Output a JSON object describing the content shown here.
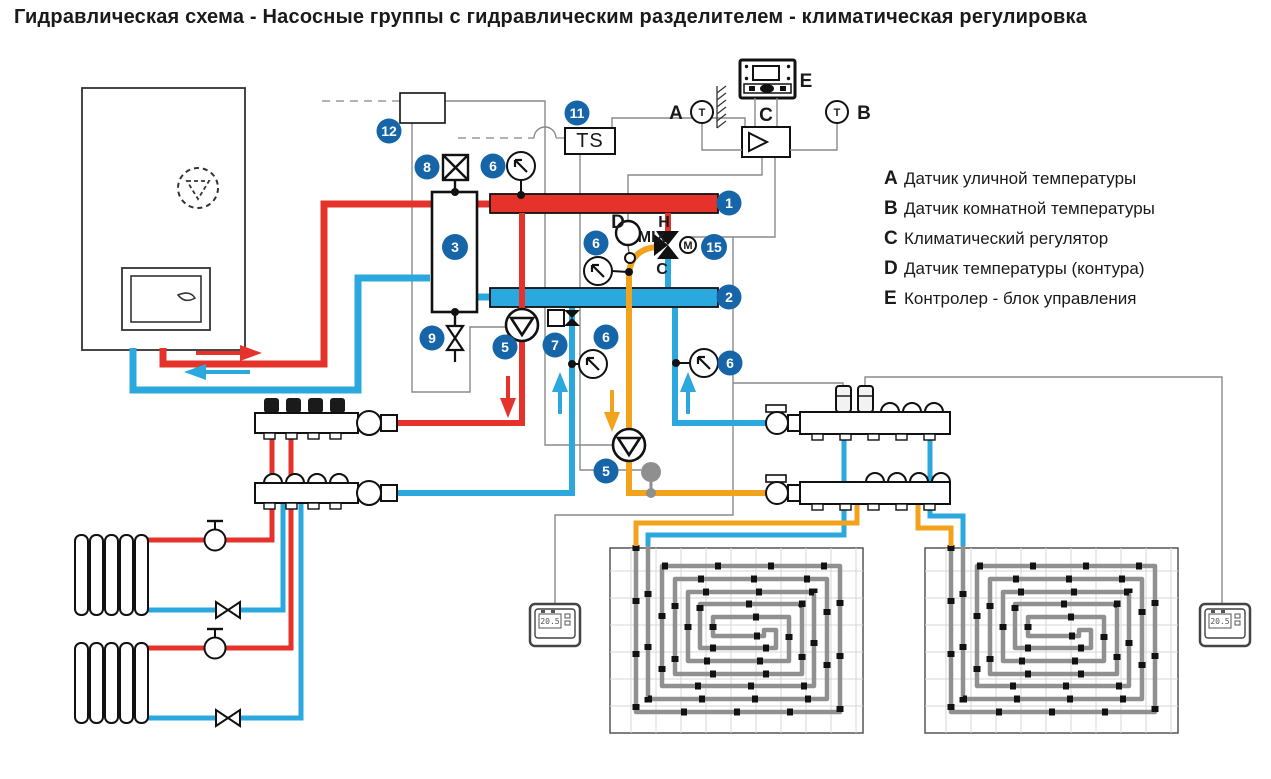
{
  "title": "Гидравлическая схема - Насосные группы с гидравлическим разделителем - климатическая регулировка",
  "legend": {
    "items": [
      {
        "key": "A",
        "label": "Датчик уличной температуры"
      },
      {
        "key": "B",
        "label": "Датчик комнатной температуры"
      },
      {
        "key": "C",
        "label": "Климатический регулятор"
      },
      {
        "key": "D",
        "label": "Датчик температуры (контура)"
      },
      {
        "key": "E",
        "label": "Контролер - блок управления"
      }
    ]
  },
  "labels": {
    "supply_manifold": "1",
    "return_manifold": "2",
    "separator": "3",
    "pump": "5",
    "thermometer": "6",
    "check_valve": "7",
    "air_vent": "8",
    "drain_valve": "9",
    "safety_thermostat": "11",
    "junction_box": "12",
    "mixing_valve": "15",
    "ts": "TS",
    "mix": "MIX",
    "hot": "H",
    "cold": "C",
    "sensor_d": "D",
    "sensor_a": "A",
    "sensor_b": "B",
    "regulator_c": "C",
    "controller_e": "E",
    "motor": "M",
    "temp": "T"
  },
  "thermostat": {
    "reading": "20.5"
  },
  "colors": {
    "supply_red": "#e5332b",
    "return_blue": "#2ba8dd",
    "mixed_orange": "#f3a21c",
    "badge_blue": "#1565a8",
    "wire_gray": "#8a8a8a",
    "loop_gray": "#909090"
  }
}
